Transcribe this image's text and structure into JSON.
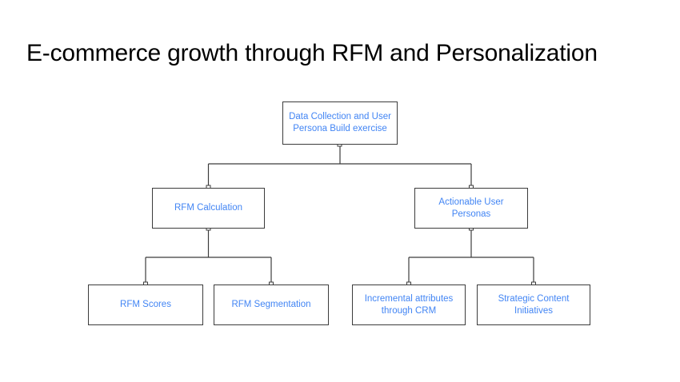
{
  "slide": {
    "title": "E-commerce growth through RFM and Personalization",
    "background_color": "#ffffff",
    "title_color": "#000000"
  },
  "diagram": {
    "type": "tree",
    "node_text_color": "#4285f4",
    "node_border_color": "#3c3c3c",
    "connector_color": "#3c3c3c",
    "levels": [
      {
        "level": 1,
        "nodes": [
          {
            "id": "root",
            "label": "Data Collection and User Persona Build exercise"
          }
        ]
      },
      {
        "level": 2,
        "nodes": [
          {
            "id": "rfm-calculation",
            "label": "RFM Calculation",
            "parent": "root"
          },
          {
            "id": "actionable-user-personas",
            "label": "Actionable User Personas",
            "parent": "root"
          }
        ]
      },
      {
        "level": 3,
        "nodes": [
          {
            "id": "rfm-scores",
            "label": "RFM Scores",
            "parent": "rfm-calculation"
          },
          {
            "id": "rfm-segmentation",
            "label": "RFM Segmentation",
            "parent": "rfm-calculation"
          },
          {
            "id": "incremental-attributes",
            "label": "Incremental attributes through CRM",
            "parent": "actionable-user-personas"
          },
          {
            "id": "strategic-content",
            "label": "Strategic Content Initiatives",
            "parent": "actionable-user-personas"
          }
        ]
      }
    ]
  }
}
